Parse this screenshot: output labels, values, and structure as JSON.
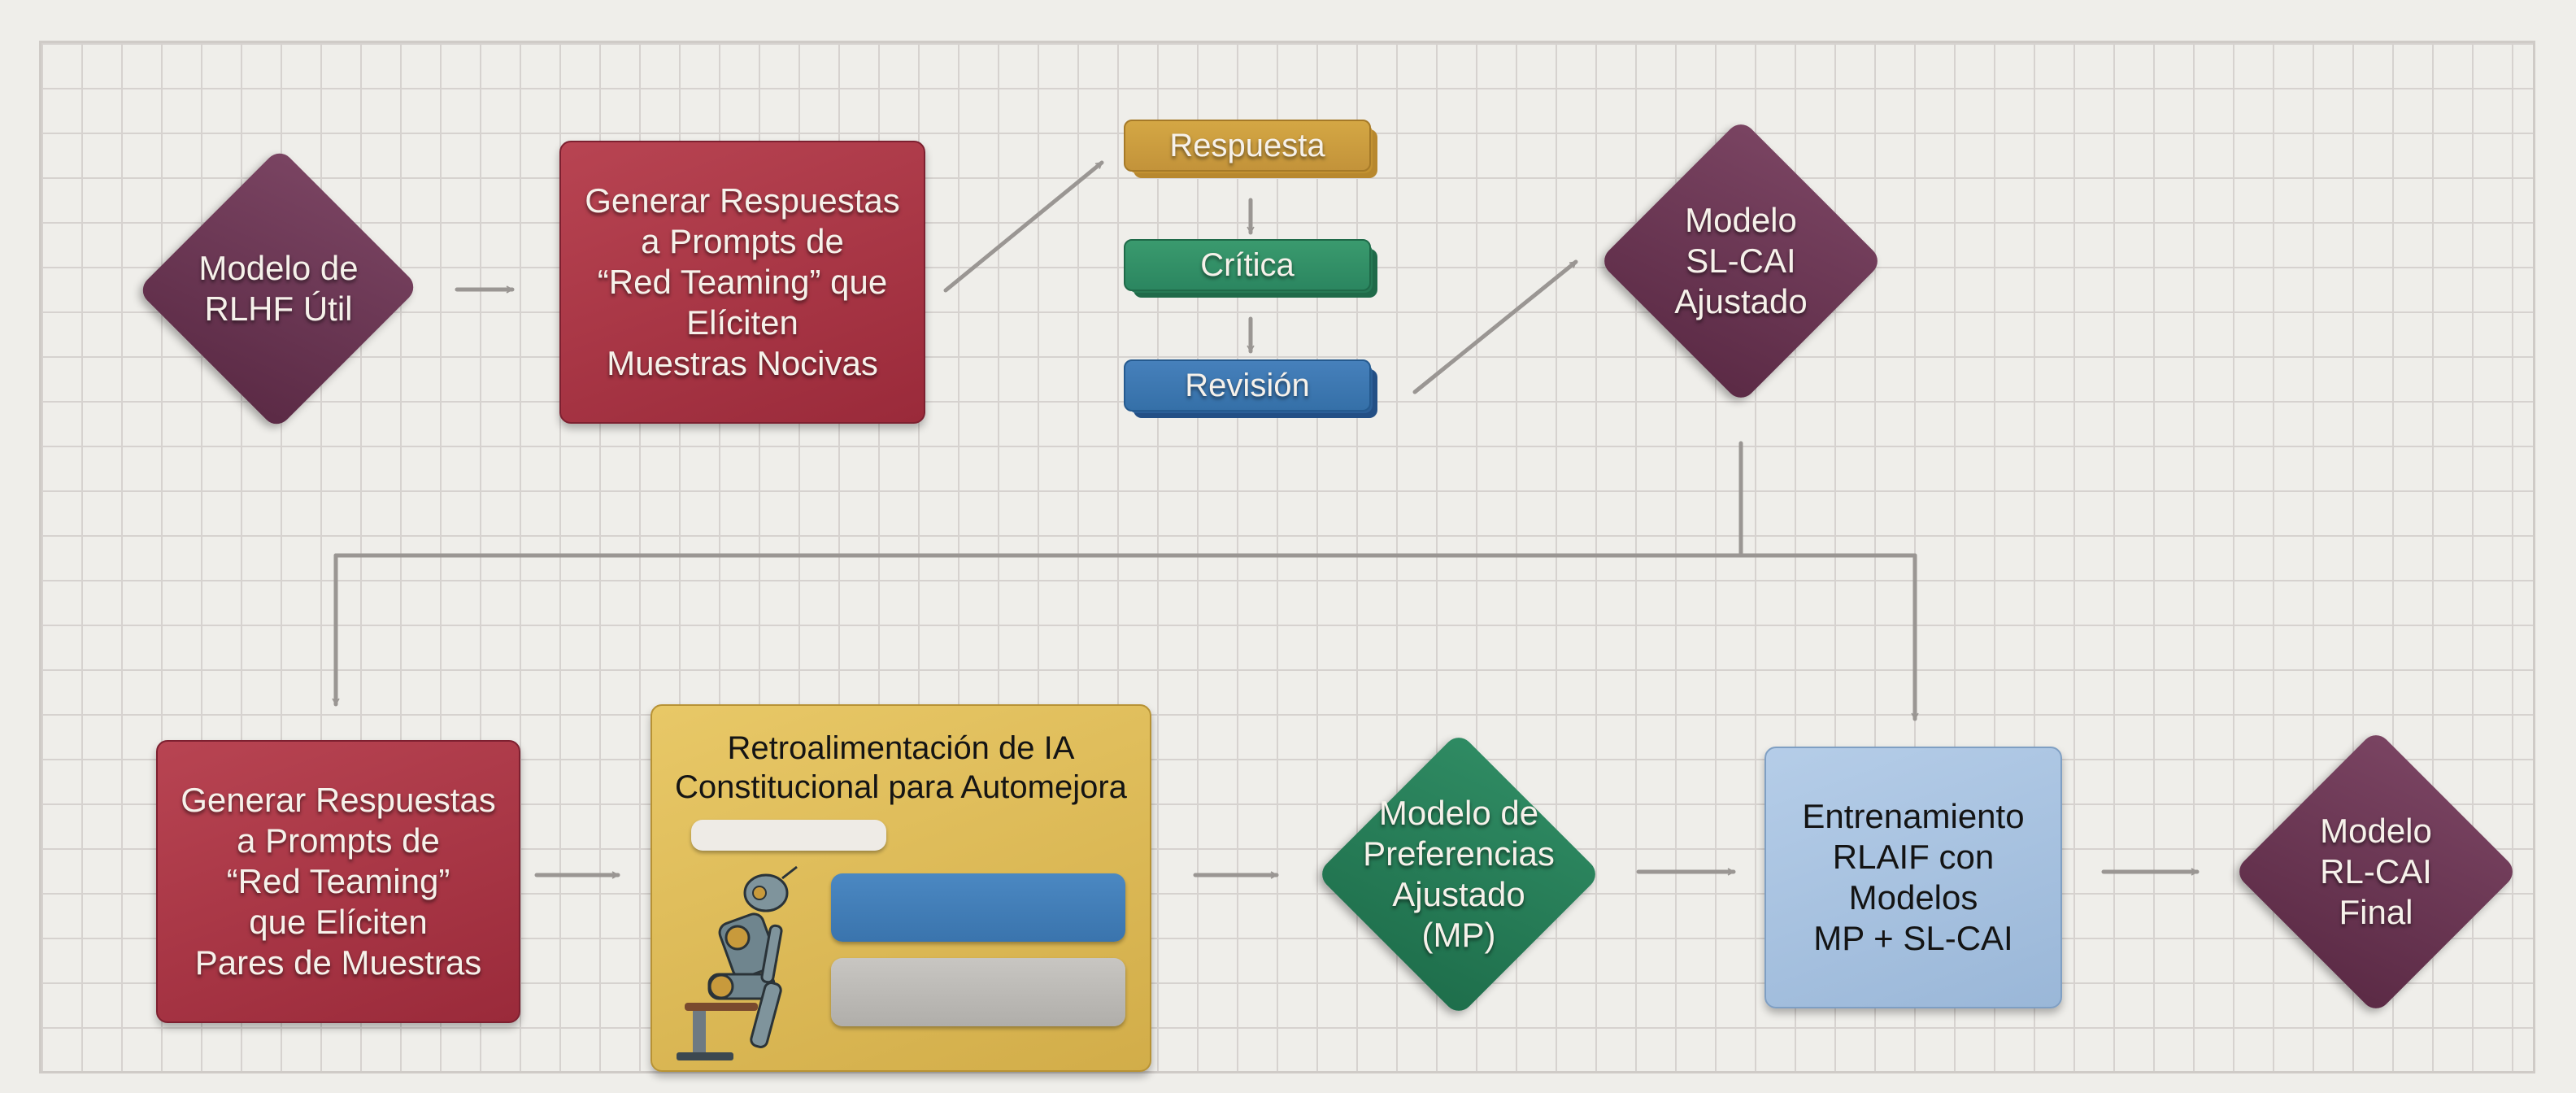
{
  "diagram": {
    "top_row": {
      "start_model": "Modelo de\nRLHF Útil",
      "generate_harmful": "Generar Respuestas\na Prompts de\n“Red Teaming” que\nElíciten\nMuestras Nocivas",
      "cycle": {
        "response": "Respuesta",
        "critique": "Crítica",
        "revision": "Revisión"
      },
      "sl_cai_model": "Modelo\nSL-CAI\nAjustado"
    },
    "bottom_row": {
      "generate_pairs": "Generar Respuestas\na Prompts de\n“Red Teaming”\nque Elíciten\nPares de Muestras",
      "feedback_panel": {
        "title": "Retroalimentación de IA\nConstitucional para Automejora",
        "illustration": "thinking-robot"
      },
      "preference_model": "Modelo de\nPreferencias\nAjustado\n(MP)",
      "rlaif_training": "Entrenamiento\nRLAIF con\nModelos\nMP + SL-CAI",
      "final_model": "Modelo\nRL-CAI\nFinal"
    },
    "colors": {
      "background": "#efeeea",
      "grid_line": "#d6d2cf",
      "model_purple": "#6a3554",
      "generate_red": "#a83445",
      "response_gold": "#c99a3a",
      "critique_green": "#2f8b63",
      "revision_blue": "#3a72ad",
      "feedback_gold": "#e0c064",
      "preference_green": "#267a55",
      "rlaif_blue": "#a9c3e0",
      "arrow_gray": "#9a9693"
    }
  }
}
